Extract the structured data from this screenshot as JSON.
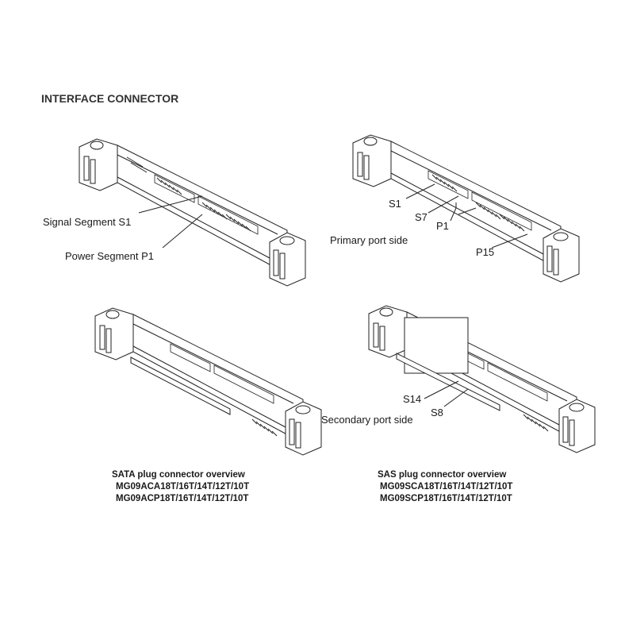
{
  "heading": "INTERFACE CONNECTOR",
  "sata_diagram": {
    "labels": {
      "signal": "Signal Segment S1",
      "power": "Power Segment P1"
    }
  },
  "sas_primary_diagram": {
    "labels": {
      "s1": "S1",
      "s7": "S7",
      "p1": "P1",
      "p15": "P15",
      "side": "Primary port side"
    }
  },
  "sas_secondary_diagram": {
    "labels": {
      "s14": "S14",
      "s8": "S8",
      "side": "Secondary port side"
    }
  },
  "captions": {
    "sata": {
      "title": "SATA plug connector overview",
      "model1": "MG09ACA18T/16T/14T/12T/10T",
      "model2": "MG09ACP18T/16T/14T/12T/10T"
    },
    "sas": {
      "title": "SAS plug connector overview",
      "model1": "MG09SCA18T/16T/14T/12T/10T",
      "model2": "MG09SCP18T/16T/14T/12T/10T"
    }
  }
}
